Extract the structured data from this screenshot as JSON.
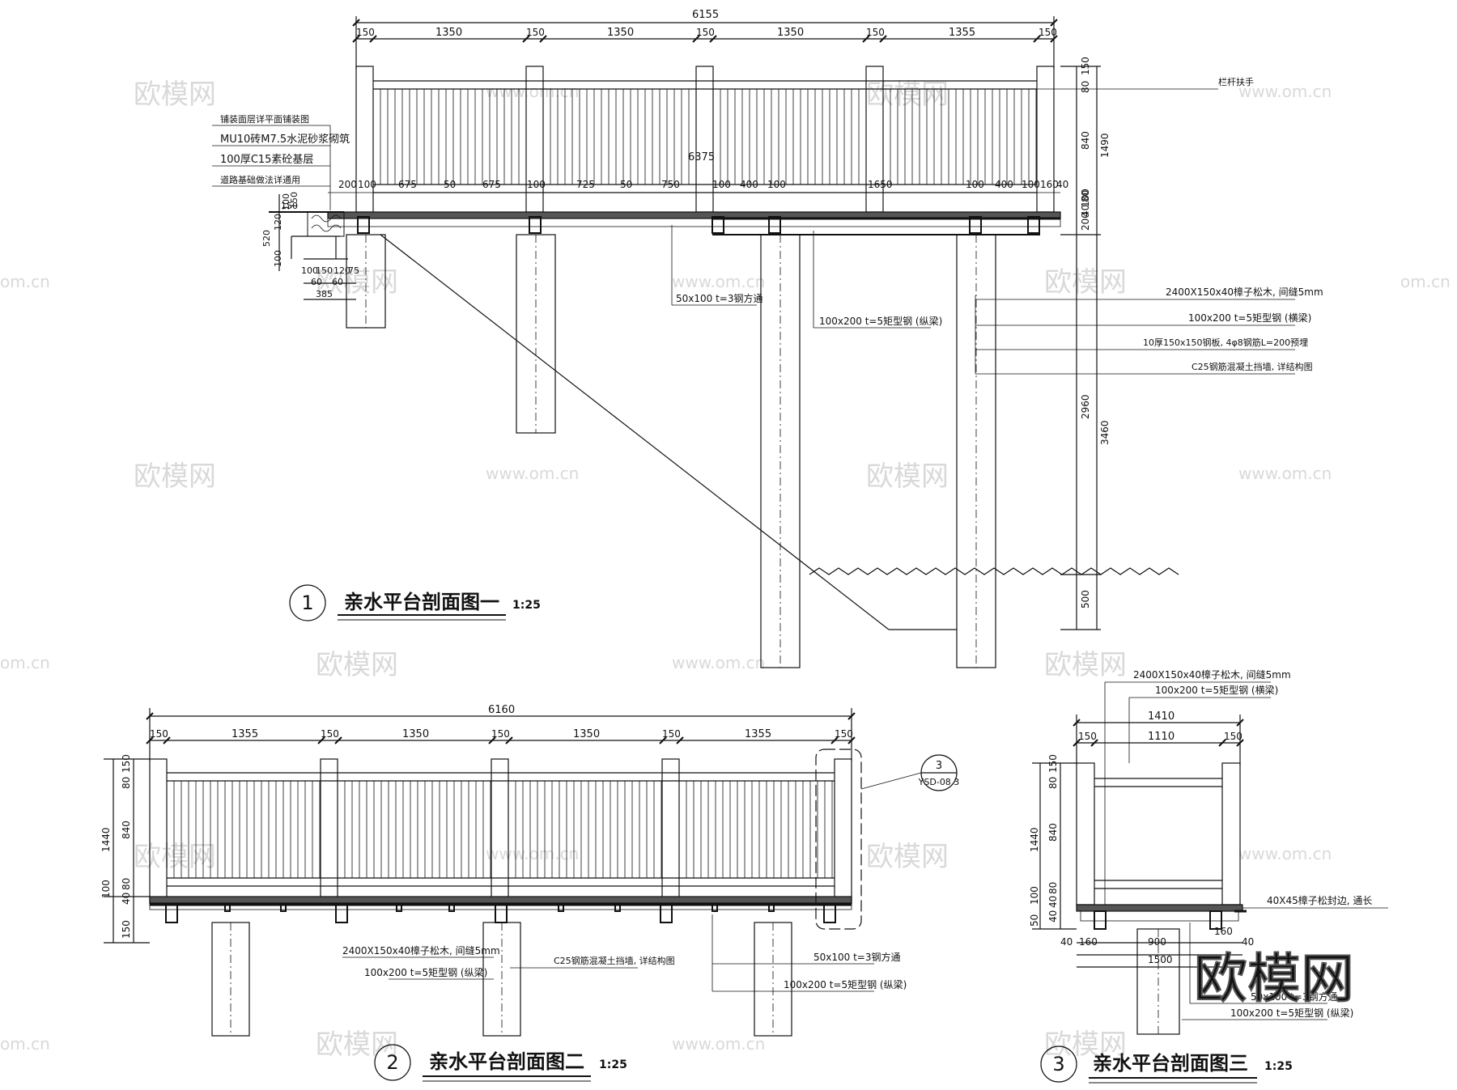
{
  "watermarks": {
    "brand": "欧模网",
    "site": "www.om.cn",
    "site_short": "om.cn"
  },
  "section1": {
    "number": "1",
    "title": "亲水平台剖面图一",
    "scale": "1:25",
    "dims_top": [
      "150",
      "1350",
      "150",
      "1350",
      "150",
      "1350",
      "150",
      "1355",
      "150"
    ],
    "dim_overall": "6155",
    "dims_deck": [
      "200",
      "100",
      "675",
      "50",
      "675",
      "100",
      "725",
      "50",
      "750",
      "100",
      "400",
      "100",
      "1650",
      "100",
      "400",
      "100",
      "160",
      "40"
    ],
    "dim_deck_overall": "6375",
    "dims_right": [
      "80",
      "150",
      "840",
      "1490",
      "80",
      "40",
      "100",
      "200",
      "2960",
      "3460",
      "500"
    ],
    "left_notes": [
      "铺装面层详平面铺装图",
      "MU10砖M7.5水泥砂浆砌筑",
      "100厚C15素砼基层",
      "道路基础做法详通用"
    ],
    "left_dims": [
      "150",
      "520",
      "120",
      "100",
      "100",
      "150",
      "100",
      "150",
      "120",
      "75",
      "60",
      "60",
      "385"
    ],
    "callouts": [
      "栏杆扶手",
      "2400X150x40樟子松木, 间缝5mm",
      "100x200  t=5矩型钢 (横梁)",
      "10厚150x150钢板, 4φ8钢筋L=200预埋",
      "C25钢筋混凝土挡墙, 详结构图",
      "50x100  t=3钢方通",
      "100x200  t=5矩型钢 (纵梁)"
    ]
  },
  "section2": {
    "number": "2",
    "title": "亲水平台剖面图二",
    "scale": "1:25",
    "dims_top": [
      "150",
      "1355",
      "150",
      "1350",
      "150",
      "1350",
      "150",
      "1355",
      "150"
    ],
    "dim_overall": "6160",
    "dims_left": [
      "80",
      "150",
      "840",
      "1440",
      "100",
      "80",
      "40",
      "150"
    ],
    "detail_ref": "3",
    "detail_sheet": "YSD-08.3",
    "callouts": [
      "2400X150x40樟子松木, 间缝5mm",
      "100x200  t=5矩型钢 (纵梁)",
      "C25钢筋混凝土挡墙, 详结构图",
      "50x100  t=3钢方通",
      "100x200  t=5矩型钢 (纵梁)"
    ]
  },
  "section3": {
    "number": "3",
    "title": "亲水平台剖面图三",
    "scale": "1:25",
    "dims_top": [
      "1410",
      "150",
      "1110",
      "150"
    ],
    "dims_left": [
      "80",
      "150",
      "840",
      "1440",
      "80",
      "40",
      "100",
      "40",
      "50"
    ],
    "dims_bottom": [
      "40",
      "160",
      "160",
      "40",
      "900",
      "1500"
    ],
    "callouts": [
      "2400X150x40樟子松木, 间缝5mm",
      "100x200  t=5矩型钢 (横梁)",
      "40X45樟子松封边, 通长",
      "50x100  t=3钢方通",
      "100x200  t=5矩型钢 (纵梁)"
    ]
  }
}
